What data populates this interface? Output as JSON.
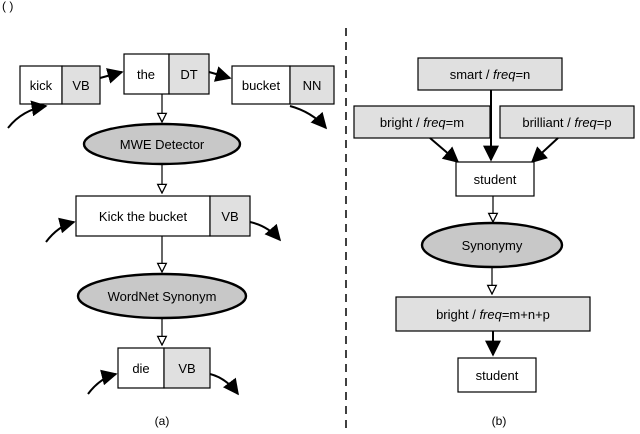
{
  "panel_a": {
    "caption": "(a)",
    "top_tokens": [
      {
        "word": "kick",
        "tag": "VB"
      },
      {
        "word": "the",
        "tag": "DT"
      },
      {
        "word": "bucket",
        "tag": "NN"
      }
    ],
    "detector_label": "MWE Detector",
    "mwe_token": {
      "word": "Kick the bucket",
      "tag": "VB"
    },
    "synonym_label": "WordNet Synonym",
    "result_token": {
      "word": "die",
      "tag": "VB"
    }
  },
  "panel_b": {
    "caption": "(b)",
    "smart": {
      "word": "smart",
      "sep": " / ",
      "freq": "freq",
      "val": "=n"
    },
    "bright": {
      "word": "bright",
      "sep": " / ",
      "freq": "freq",
      "val": "=m"
    },
    "brilliant": {
      "word": "brilliant",
      "sep": " / ",
      "freq": "freq",
      "val": "=p"
    },
    "student_top": "student",
    "synonymy_label": "Synonymy",
    "merged": {
      "word": "bright",
      "sep": " / ",
      "freq": "freq",
      "val": "=m+n+p"
    },
    "student_bottom": "student"
  },
  "corner_label": "( )"
}
